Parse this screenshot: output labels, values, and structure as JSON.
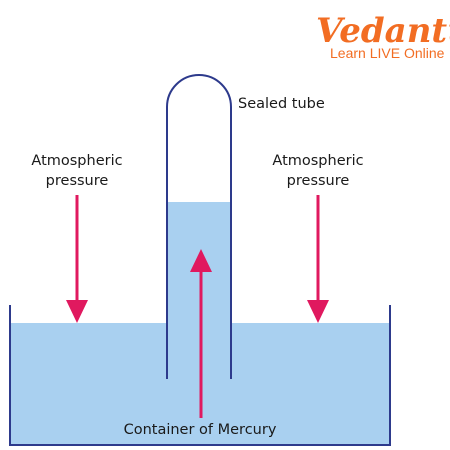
{
  "brand": {
    "name": "Vedantu",
    "tagline": "Learn LIVE Online",
    "color": "#f26d23"
  },
  "labels": {
    "sealed_tube": "Sealed tube",
    "atm_left_line1": "Atmospheric",
    "atm_left_line2": "pressure",
    "atm_right_line1": "Atmospheric",
    "atm_right_line2": "pressure",
    "container": "Container of Mercury"
  },
  "colors": {
    "mercury": "#a9d0f0",
    "outline": "#2d3a8c",
    "arrow": "#e0195f",
    "text": "#1a1a1a"
  },
  "icons": {
    "arrows": [
      "arrow-down-icon",
      "arrow-up-icon",
      "arrow-down-icon"
    ]
  }
}
